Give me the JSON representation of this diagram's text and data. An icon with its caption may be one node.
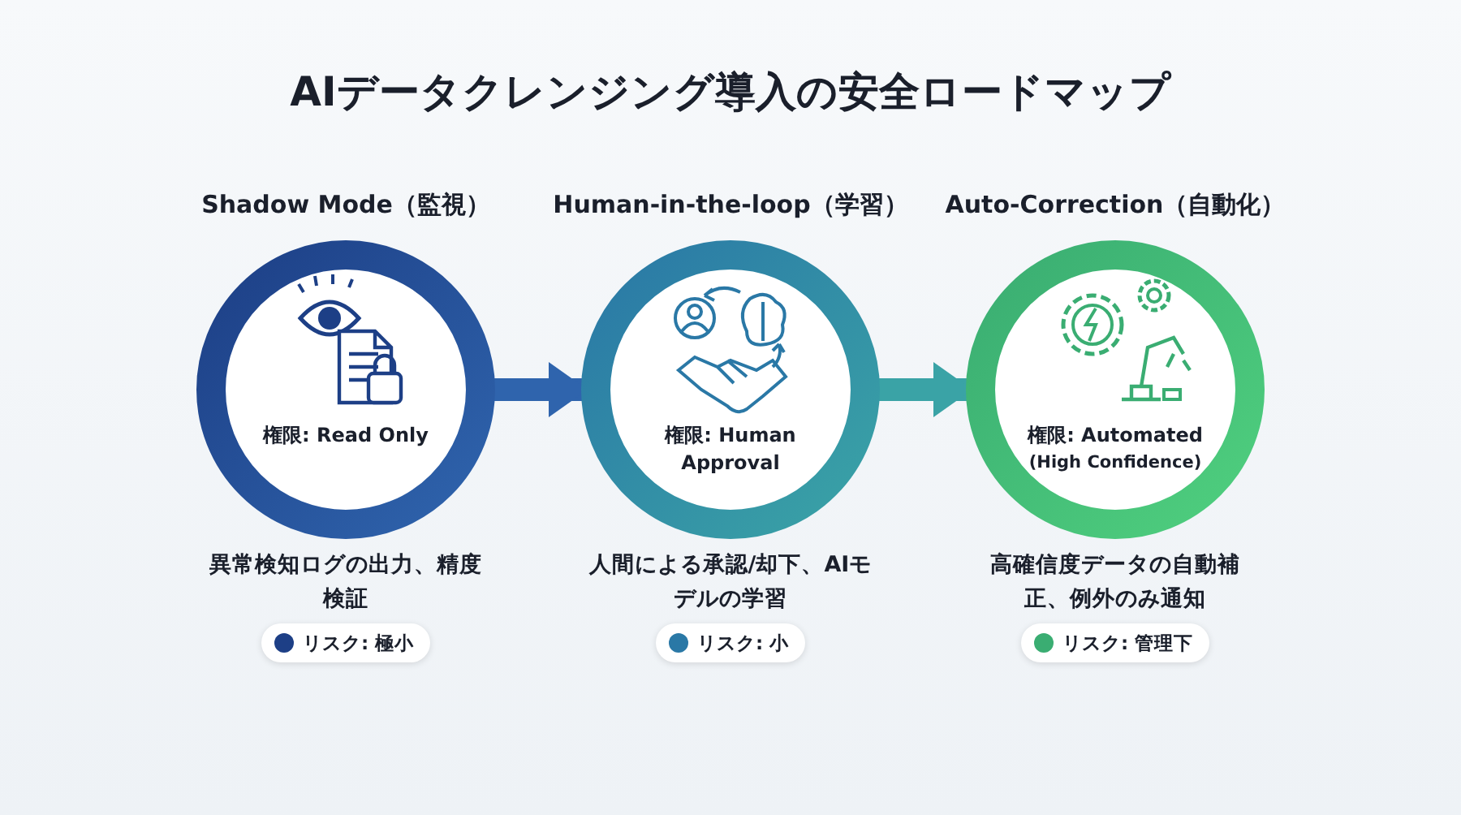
{
  "diagram": {
    "title": "AIデータクレンジング導入の安全ロードマップ",
    "nodes": [
      {
        "text": [
          "Shadow Mode（監視）",
          "権限: Read Only"
        ]
      },
      {
        "text": [
          "Human-in-the-loop（学習）",
          "権限: Human Approval"
        ]
      },
      {
        "text": [
          "Auto-Correction（自動化）",
          "権限: Automated",
          "(High Confidence)"
        ]
      },
      {
        "text": [
          "リスク: 極小"
        ]
      },
      {
        "text": [
          "リスク: 小"
        ]
      },
      {
        "text": [
          "リスク: 管理下"
        ]
      }
    ],
    "edges": [
      {
        "from": 0,
        "to": 1,
        "arrow": "to"
      },
      {
        "from": 1,
        "to": 2,
        "arrow": "to"
      }
    ],
    "labels": [
      "異常検知ログの出力、精度検証",
      "人間による承認/却下、AIモデルの学習",
      "高確信度データの自動補正、例外のみ通知"
    ]
  }
}
